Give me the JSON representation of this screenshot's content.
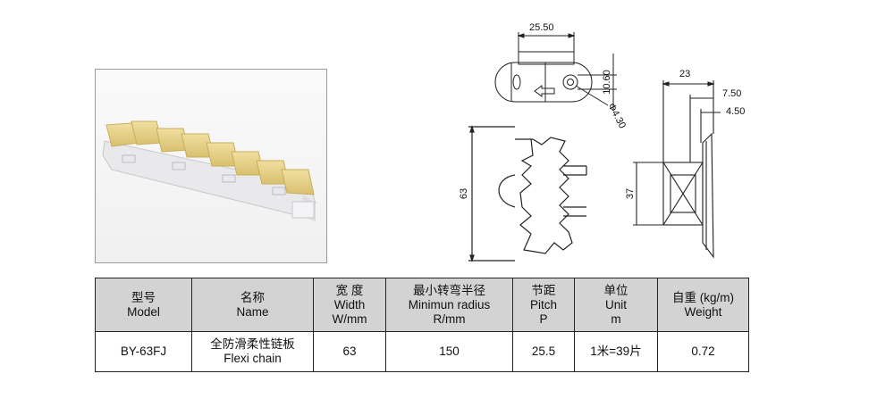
{
  "drawing": {
    "dims": {
      "top_width": "25.50",
      "pin_height": "10.60",
      "hole_dia": "Φ4.30",
      "side_total": "23",
      "side_a": "7.50",
      "side_b": "4.50",
      "link_width": "63",
      "body_height": "37"
    }
  },
  "table": {
    "headers": [
      [
        "型号",
        "Model"
      ],
      [
        "名称",
        "Name"
      ],
      [
        "宽 度",
        "Width",
        "W/mm"
      ],
      [
        "最小转弯半径",
        "Minimun radius",
        "R/mm"
      ],
      [
        "节距",
        "Pitch",
        "P"
      ],
      [
        "单位",
        "Unit",
        "m"
      ],
      [
        "自重  (kg/m)",
        "Weight"
      ]
    ],
    "row": {
      "model": "BY-63FJ",
      "name_cn": "全防滑柔性链板",
      "name_en": "Flexi chain",
      "width": "63",
      "radius": "150",
      "pitch": "25.5",
      "unit": "1米=39片",
      "weight": "0.72"
    }
  }
}
